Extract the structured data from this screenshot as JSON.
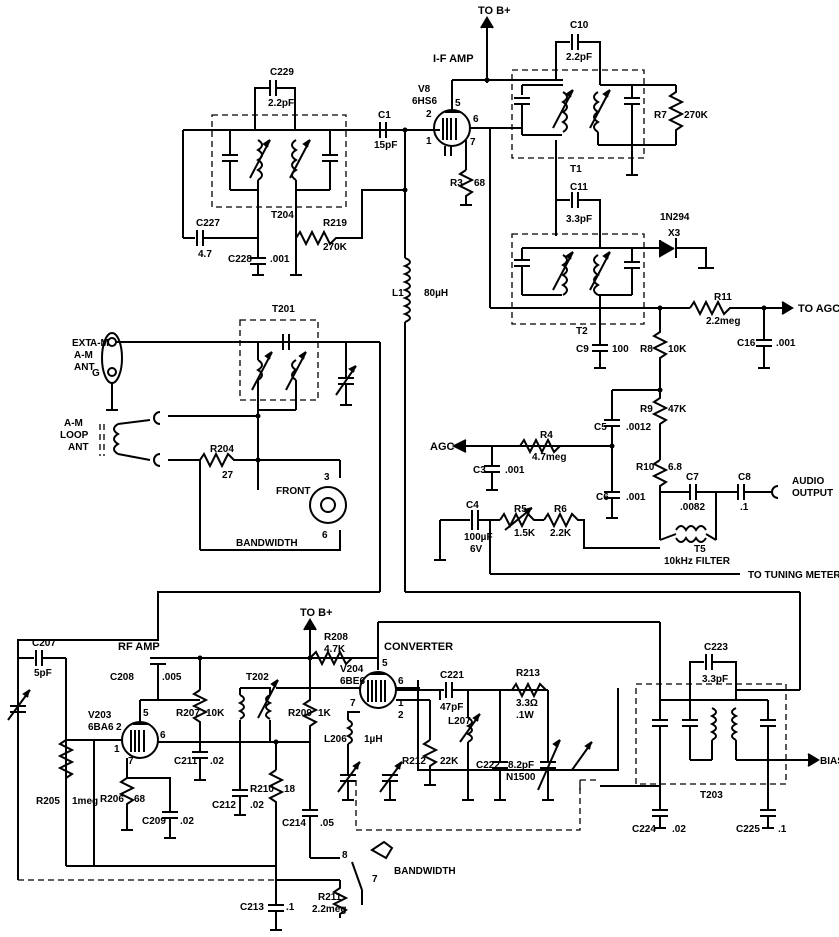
{
  "sections": {
    "if_amp": "I-F AMP",
    "rf_amp": "RF AMP",
    "converter": "CONVERTER",
    "to_b_plus_top": "TO B+",
    "to_b_plus_bottom": "TO B+"
  },
  "tubes": {
    "v8_ref": "V8",
    "v8_type": "6HS6",
    "v203_ref": "V203",
    "v203_type": "6BA6",
    "v204_ref": "V204",
    "v204_type": "6BE6"
  },
  "pins": {
    "v8_p5": "5",
    "v8_p2": "2",
    "v8_p6": "6",
    "v8_p1": "1",
    "v8_p7": "7",
    "v203_p5": "5",
    "v203_p2": "2",
    "v203_p6": "6",
    "v203_p1": "1",
    "v203_p7": "7",
    "v204_p5": "5",
    "v204_p6": "6",
    "v204_p7": "7",
    "v204_p1": "1",
    "v204_p2": "2",
    "sw_3": "3",
    "sw_6": "6",
    "sw_8": "8",
    "sw_7": "7"
  },
  "components": {
    "c229": "C229",
    "c229_val": "2.2pF",
    "t204": "T204",
    "c227": "C227",
    "c227_val": "4.7",
    "c228": "C228",
    "c228_val": ".001",
    "r219": "R219",
    "r219_val": "270K",
    "c1": "C1",
    "c1_val": "15pF",
    "r3": "R3",
    "r3_val": "68",
    "c10": "C10",
    "c10_val": "2.2pF",
    "r7": "R7",
    "r7_val": "270K",
    "t1": "T1",
    "c11": "C11",
    "c11_val": "3.3pF",
    "x3_type": "1N294",
    "x3": "X3",
    "t2": "T2",
    "r11": "R11",
    "r11_val": "2.2meg",
    "c9": "C9",
    "c9_val": "100",
    "c16": "C16",
    "c16_val": ".001",
    "r8": "R8",
    "r8_val": "10K",
    "r9": "R9",
    "r9_val": "47K",
    "r4": "R4",
    "r4_val": "4.7meg",
    "c5": "C5",
    "c5_val": ".0012",
    "c3": "C3",
    "c3_val": ".001",
    "c6": "C6",
    "c6_val": ".001",
    "r10": "R10",
    "r10_val": "6.8",
    "c7": "C7",
    "c7_val": ".0082",
    "c8": "C8",
    "c8_val": ".1",
    "t5": "T5",
    "c4": "C4",
    "c4_val1": "100µF",
    "c4_val2": "6V",
    "r5": "R5",
    "r5_val": "1.5K",
    "r6": "R6",
    "r6_val": "2.2K",
    "l1": "L1",
    "l1_val": "80µH",
    "t201": "T201",
    "r204": "R204",
    "r204_val": "27",
    "c207": "C207",
    "c207_val": "5pF",
    "c208": "C208",
    "c208_val": ".005",
    "r207": "R207",
    "r207_val": "10K",
    "t202": "T202",
    "r209": "R209",
    "r209_val": "1K",
    "r208": "R208",
    "r208_val": "4.7K",
    "c211": "C211",
    "c211_val": ".02",
    "r205": "R205",
    "r205_val": "1meg",
    "r206": "R206",
    "r206_val": "68",
    "c209": "C209",
    "c209_val": ".02",
    "c212": "C212",
    "c212_val": ".02",
    "r210": "R210",
    "r210_val": "18",
    "c214": "C214",
    "c214_val": ".05",
    "c213": "C213",
    "c213_val": ".1",
    "r211": "R211",
    "r211_val": "2.2meg",
    "l206": "L206",
    "l206_val": "1µH",
    "c221": "C221",
    "c221_val": "47pF",
    "l207": "L207",
    "r212": "R212",
    "r212_val": "22K",
    "r213": "R213",
    "r213_val1": "3.3Ω",
    "r213_val2": ".1W",
    "c222": "C222",
    "c222_val1": "8.2pF",
    "c222_val2": "N1500",
    "c223": "C223",
    "c223_val": "3.3pF",
    "t203": "T203",
    "c224": "C224",
    "c224_val": ".02",
    "c225": "C225",
    "c225_val": ".1"
  },
  "labels": {
    "to_agc": "TO AGC",
    "agc": "AGC",
    "audio_output_1": "AUDIO",
    "audio_output_2": "OUTPUT",
    "filter_10k": "10kHz FILTER",
    "to_tuning_meter": "TO TUNING METER",
    "ext_am_ant_1": "EXT",
    "ext_am_ant_2": "A-M",
    "ext_am_ant_3": "ANT",
    "ext_a_m": "A-M",
    "ext_g": "G",
    "loop_1": "A-M",
    "loop_2": "LOOP",
    "loop_3": "ANT",
    "front": "FRONT",
    "bandwidth_top": "BANDWIDTH",
    "bandwidth_bottom": "BANDWIDTH",
    "bias": "BIAS"
  }
}
